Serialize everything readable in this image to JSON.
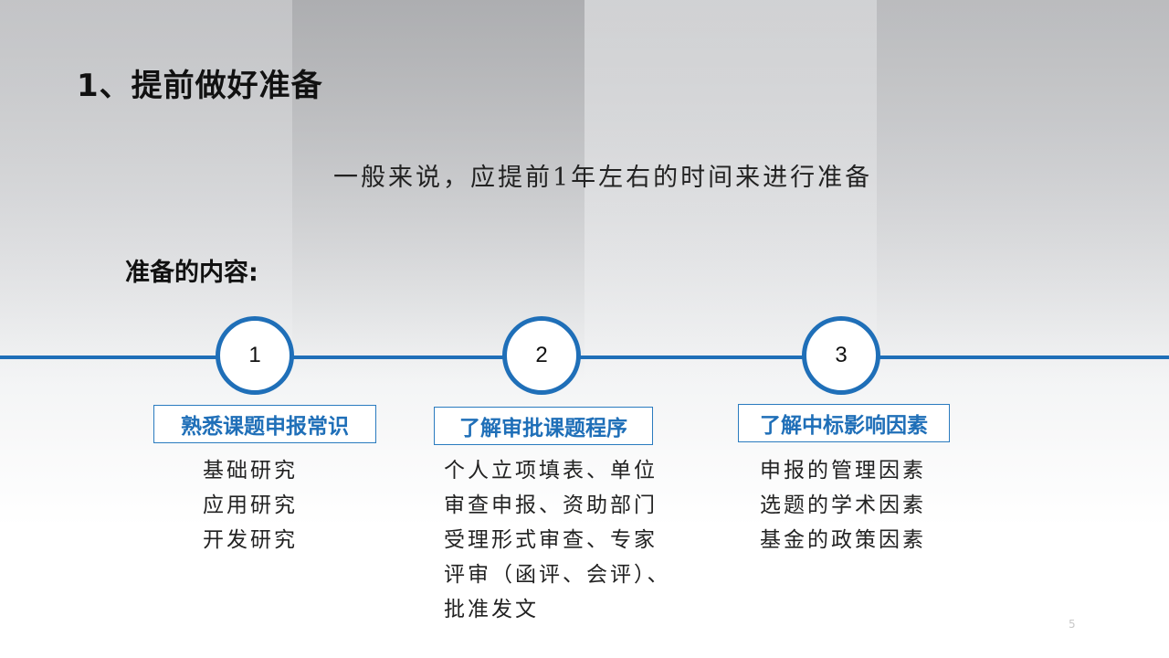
{
  "title": "1、提前做好准备",
  "intro": "一般来说，应提前1年左右的时间来进行准备",
  "subtitle": "准备的内容:",
  "steps": [
    {
      "number": "1",
      "label": "熟悉课题申报常识",
      "items": [
        "基础研究",
        "应用研究",
        "开发研究"
      ]
    },
    {
      "number": "2",
      "label": "了解审批课题程序",
      "items": [
        "个人立项填表、单位",
        "审查申报、资助部门",
        "受理形式审查、专家",
        "评审（函评、会评）、",
        "批准发文"
      ]
    },
    {
      "number": "3",
      "label": "了解中标影响因素",
      "items": [
        "申报的管理因素",
        "选题的学术因素",
        "基金的政策因素"
      ]
    }
  ],
  "page_number": "5",
  "colors": {
    "accent": "#1f6fb8",
    "text": "#111111"
  }
}
